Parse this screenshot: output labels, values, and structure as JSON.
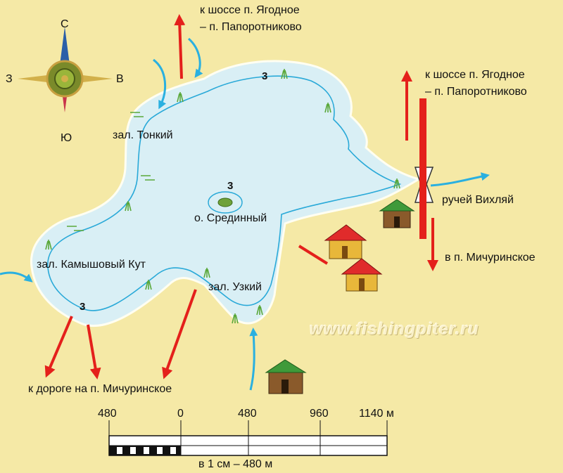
{
  "compass": {
    "north": "С",
    "south": "Ю",
    "west": "З",
    "east": "В"
  },
  "labels": {
    "road_top": [
      "к шоссе п. Ягодное",
      "– п. Папоротниково"
    ],
    "road_right": [
      "к шоссе п. Ягодное",
      "– п. Папоротниково"
    ],
    "bay_thin": "зал. Тонкий",
    "bay_reed": "зал. Камышовый Кут",
    "bay_narrow": "зал. Узкий",
    "island": "о. Срединный",
    "stream": "ручей Вихляй",
    "to_michurinskoe_right": "в п. Мичуринское",
    "to_road_bottom": "к дороге на п. Мичуринское"
  },
  "depths": {
    "north": "3",
    "island": "3",
    "southwest": "3"
  },
  "watermark": "www.fishingpiter.ru",
  "scale": {
    "ticks": [
      "480",
      "0",
      "480",
      "960",
      "1140 м"
    ],
    "caption": "в 1 см – 480 м"
  },
  "colors": {
    "background": "#f5e9a6",
    "lake": "#d9eff5",
    "depth_contour": "#29a9d8",
    "road_arrow": "#e4201b",
    "water_arrow": "#2ab0e0"
  }
}
